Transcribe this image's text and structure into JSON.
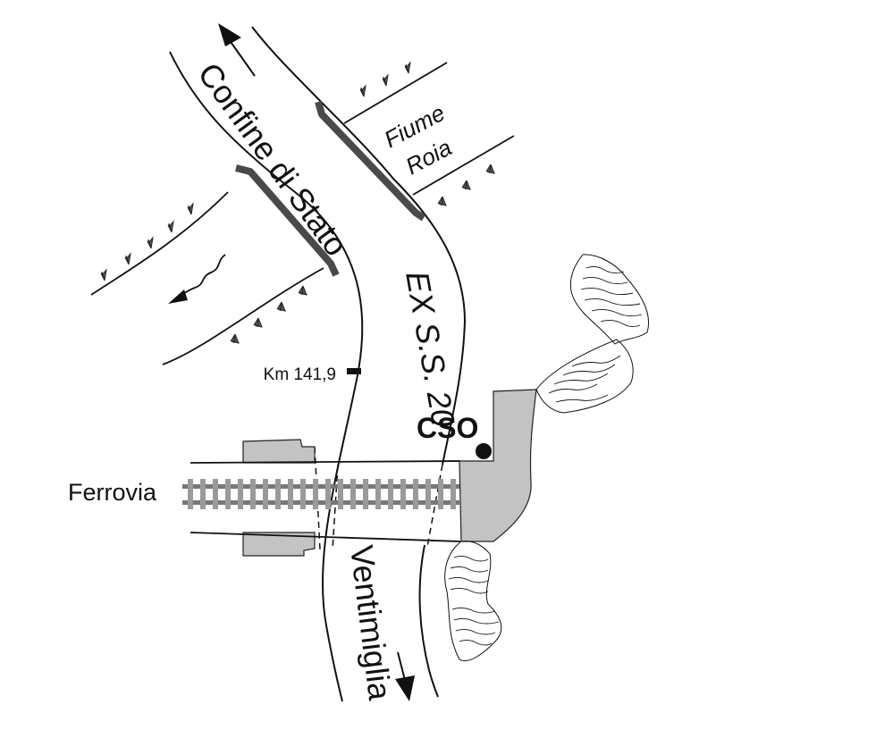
{
  "labels": {
    "border": "Confine di Stato",
    "river_line1": "Fiume",
    "river_line2": "Roia",
    "road": "EX S.S. 20",
    "km": "Km 141,9",
    "cso": "CSO",
    "railway": "Ferrovia",
    "destination": "Ventimiglia"
  },
  "colors": {
    "line": "#111111",
    "bridge": "#8a8a8a",
    "structure_fill": "#c3c3c3",
    "background": "#ffffff"
  },
  "icons": {
    "north_arrow": "arrow-up-left-icon",
    "south_arrow": "arrow-down-icon",
    "flow_arrow": "river-flow-arrow-icon",
    "vegetation": "grass-tuft-icon",
    "rock": "rock-cliff-icon",
    "point": "point-marker-icon"
  }
}
